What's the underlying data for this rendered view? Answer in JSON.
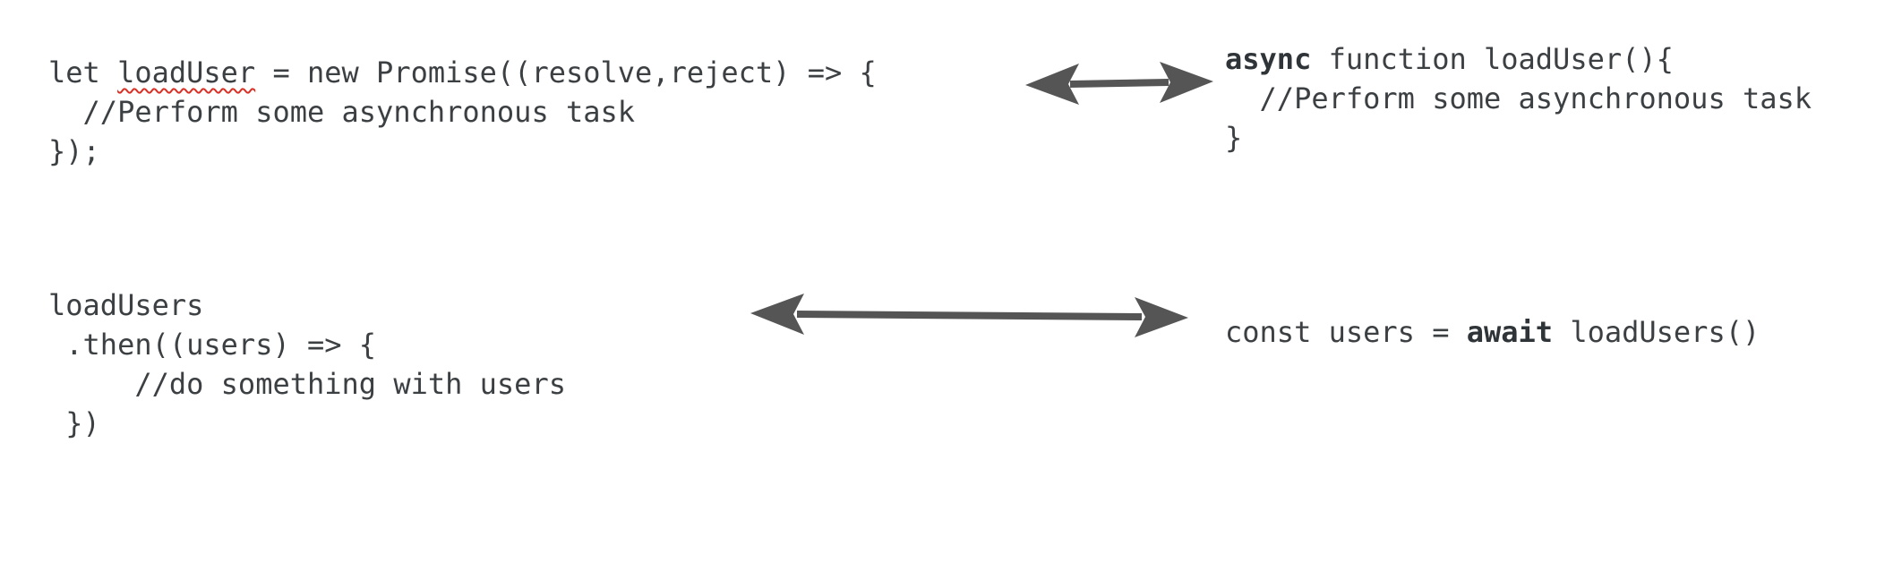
{
  "promise_block": {
    "line1_pre": "let ",
    "line1_ident": "loadUser",
    "line1_post": " = new Promise((resolve,reject) => {",
    "line2": "  //Perform some asynchronous task",
    "line3": "});"
  },
  "async_block": {
    "line1_kw": "async",
    "line1_rest": " function loadUser(){",
    "line2": "  //Perform some asynchronous task",
    "line3": "}"
  },
  "then_block": {
    "line1": "loadUsers",
    "line2": " .then((users) => {",
    "line3": "     //do something with users",
    "line4": " })"
  },
  "await_block": {
    "line1_pre": "const users = ",
    "line1_kw": "await",
    "line1_post": " loadUsers()"
  },
  "colors": {
    "code_text": "#3c4043",
    "arrow": "#555555",
    "spellcheck_squiggle": "#d93025"
  }
}
